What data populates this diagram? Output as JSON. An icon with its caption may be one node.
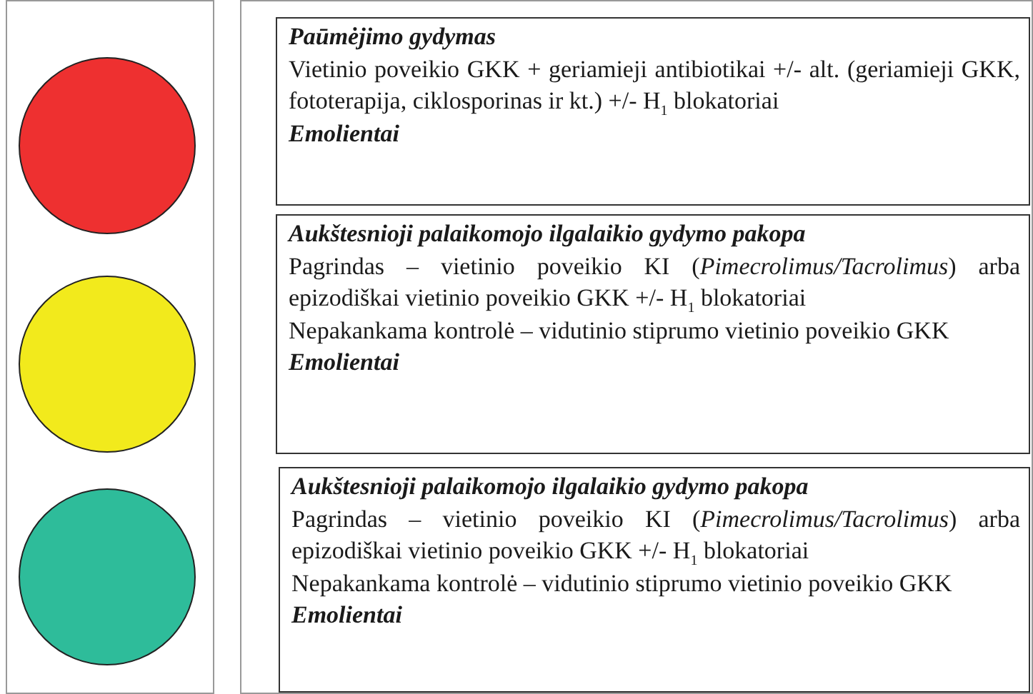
{
  "diagram": {
    "nodes": [
      {
        "text": [],
        "shape": "box"
      },
      {
        "text": [],
        "shape": "circle",
        "in": 0
      },
      {
        "text": [],
        "shape": "circle",
        "in": 0
      },
      {
        "text": [],
        "shape": "circle",
        "in": 0
      },
      {
        "text": [
          "Paūmėjimo gydymas",
          "Vietinio poveikio GKK + geriamieji antibiotikai +/- alt. (geriamieji GKK, fototerapija, ciklosporinas ir kt.) +/- H$_{1}$ blokatoriai",
          "Emolientai"
        ]
      },
      {
        "text": [
          "Aukštesnioji palaikomojo ilgalaikio gydymo pakopa",
          "Pagrindas – vietinio poveikio KI (*Pimecrolimus/Tacrolimus*) arba epizodiškai vietinio poveikio GKK +/- H$_{1}$ blokatoriai",
          "Nepakankama kontrolė – vidutinio stiprumo vietinio poveikio GKK",
          "Emolientai"
        ]
      },
      {
        "text": [
          "Aukštesnioji palaikomojo ilgalaikio gydymo pakopa",
          "Pagrindas – vietinio poveikio KI (*Pimecrolimus/Tacrolimus*) arba epizodiškai vietinio poveikio GKK +/- H$_{1}$ blokatoriai",
          "Nepakankama kontrolė – vidutinio stiprumo vietinio poveikio GKK",
          "Emolientai"
        ]
      }
    ],
    "edges": []
  }
}
